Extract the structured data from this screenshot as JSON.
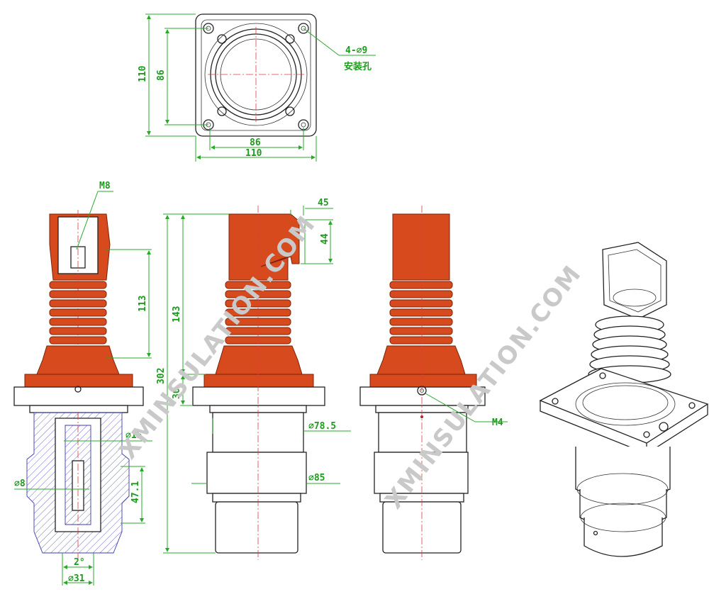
{
  "top_view": {
    "width_outer": "110",
    "width_inner": "86",
    "height_outer": "110",
    "height_inner": "86",
    "hole_spec": "4-⌀9",
    "hole_note": "安装孔"
  },
  "section_view": {
    "thread_top": "M8",
    "dia_15": "⌀15",
    "dia_8": "⌀8",
    "len_47": "47.1",
    "angle": "2°",
    "dia_31": "⌀31",
    "len_113": "113"
  },
  "side_view": {
    "w_45": "45",
    "h_44": "44",
    "h_143": "143",
    "h_302": "302",
    "h_30": "30",
    "dia_78": "⌀78.5",
    "dia_85": "⌀85"
  },
  "front_view": {
    "thread_side": "M4"
  },
  "watermarks": [
    "XMINSULATION.COM",
    "XMINSULATION.COM"
  ],
  "colors": {
    "insulator": "#d64a1e",
    "dimension": "#1d9b1d",
    "centerline": "#e23b3b",
    "hatch": "#3b3bb0"
  }
}
